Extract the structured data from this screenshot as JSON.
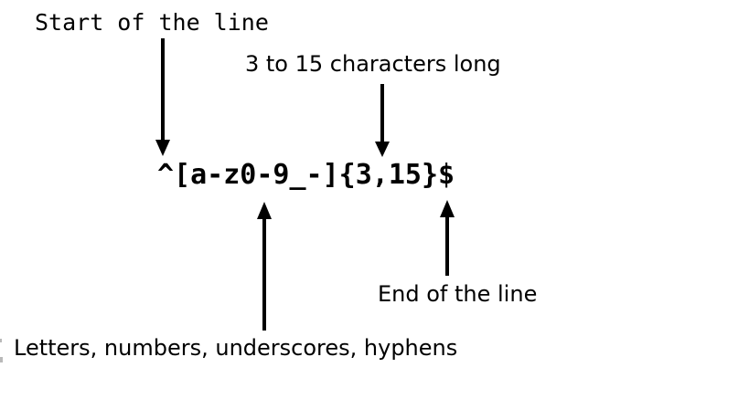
{
  "diagram": {
    "title": "regex-pattern-explanation",
    "regex": "^[a-z0-9_-]{3,15}$",
    "annotations": {
      "start": {
        "label": "Start of the line",
        "target": "^"
      },
      "length": {
        "label": "3 to 15 characters long",
        "target": "{3,15}"
      },
      "charset": {
        "label": "Letters, numbers, underscores, hyphens",
        "target": "[a-z0-9_-]"
      },
      "end": {
        "label": "End of the line",
        "target": "$"
      }
    },
    "colors": {
      "text": "#000000",
      "background": "#ffffff"
    }
  }
}
